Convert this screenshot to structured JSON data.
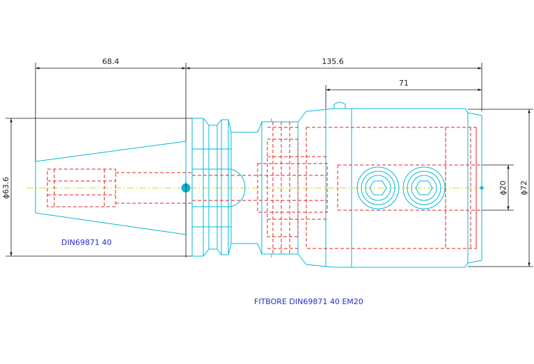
{
  "dimensions": {
    "d1": "68.4",
    "d2": "135.6",
    "d3": "71",
    "dia_left": "ϕ63.6",
    "dia_right_small": "ϕ20",
    "dia_right_large": "ϕ72"
  },
  "labels": {
    "taper_label": "DIN69871 40",
    "part_label": "FITBORE DIN69871 40 EM20"
  },
  "colors": {
    "outline": "#00b8d8",
    "hidden": "#e02020",
    "dimension": "#111111",
    "centerline": "#d8d800",
    "label": "#2a2ad0"
  }
}
